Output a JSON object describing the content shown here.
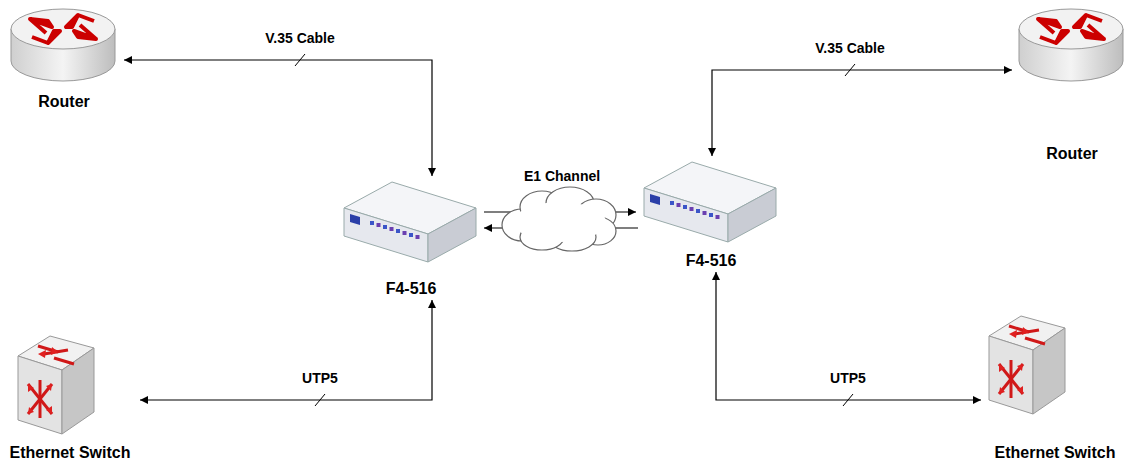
{
  "diagram": {
    "nodes": [
      {
        "text": [
          "Router"
        ]
      },
      {
        "text": [
          "Router"
        ]
      },
      {
        "text": [
          "F4-516"
        ]
      },
      {
        "text": [
          "F4-516"
        ]
      },
      {
        "text": [
          "Ethernet Switch"
        ]
      },
      {
        "text": [
          "Ethernet Switch"
        ]
      }
    ],
    "edges": [
      {
        "from": 0,
        "to": 2,
        "label": "V.35 Cable",
        "arrow": "both"
      },
      {
        "from": 1,
        "to": 3,
        "label": "V.35 Cable",
        "arrow": "both"
      },
      {
        "from": 2,
        "to": 3,
        "label": "E1 Channel",
        "arrow": "to"
      },
      {
        "from": 3,
        "to": 2,
        "arrow": "to"
      },
      {
        "from": 4,
        "to": 2,
        "label": "UTP5",
        "arrow": "both"
      },
      {
        "from": 5,
        "to": 3,
        "label": "UTP5",
        "arrow": "both"
      }
    ]
  }
}
